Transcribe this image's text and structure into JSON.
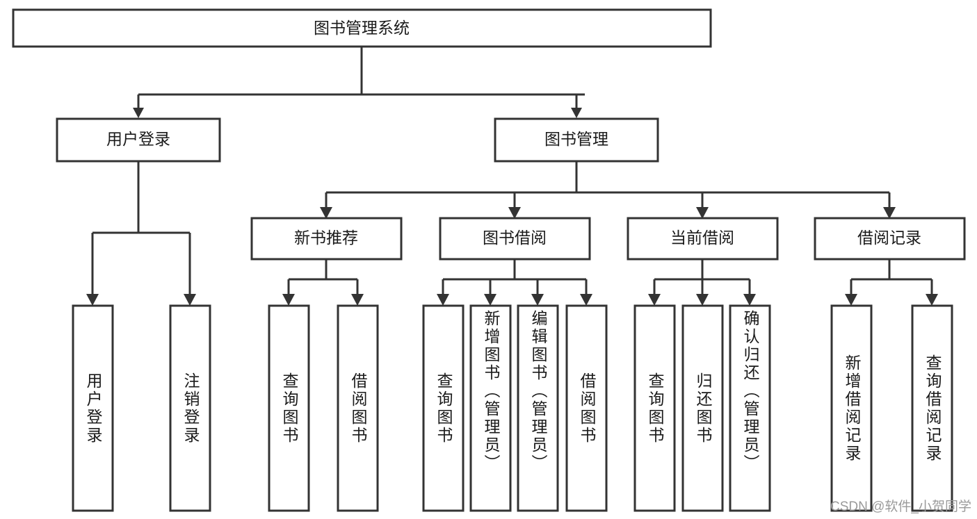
{
  "diagram": {
    "title": "图书管理系统",
    "type": "hierarchy-tree",
    "orientation": "top-down",
    "colors": {
      "box_fill": "#ffffff",
      "box_stroke": "#333333",
      "text": "#1a1a1a",
      "watermark": "#9a9a9a"
    },
    "levels": [
      {
        "level": 1,
        "nodes": [
          {
            "id": "root",
            "label": "图书管理系统",
            "orientation": "horizontal"
          }
        ]
      },
      {
        "level": 2,
        "nodes": [
          {
            "id": "user-login",
            "label": "用户登录",
            "orientation": "horizontal",
            "parent": "root"
          },
          {
            "id": "book-mgmt",
            "label": "图书管理",
            "orientation": "horizontal",
            "parent": "root"
          }
        ]
      },
      {
        "level": 3,
        "nodes": [
          {
            "id": "new-book-rec",
            "label": "新书推荐",
            "orientation": "horizontal",
            "parent": "book-mgmt"
          },
          {
            "id": "book-borrow",
            "label": "图书借阅",
            "orientation": "horizontal",
            "parent": "book-mgmt"
          },
          {
            "id": "current-borrow",
            "label": "当前借阅",
            "orientation": "horizontal",
            "parent": "book-mgmt"
          },
          {
            "id": "borrow-record",
            "label": "借阅记录",
            "orientation": "horizontal",
            "parent": "book-mgmt"
          }
        ]
      },
      {
        "level": 4,
        "nodes": [
          {
            "id": "leaf-user-login",
            "label": "用户登录",
            "orientation": "vertical",
            "parent": "user-login"
          },
          {
            "id": "leaf-logout",
            "label": "注销登录",
            "orientation": "vertical",
            "parent": "user-login"
          },
          {
            "id": "leaf-query-book-1",
            "label": "查询图书",
            "orientation": "vertical",
            "parent": "new-book-rec"
          },
          {
            "id": "leaf-borrow-book-1",
            "label": "借阅图书",
            "orientation": "vertical",
            "parent": "new-book-rec"
          },
          {
            "id": "leaf-query-book-2",
            "label": "查询图书",
            "orientation": "vertical",
            "parent": "book-borrow"
          },
          {
            "id": "leaf-add-book",
            "label": "新增图书（管理员）",
            "orientation": "vertical",
            "parent": "book-borrow"
          },
          {
            "id": "leaf-edit-book",
            "label": "编辑图书（管理员）",
            "orientation": "vertical",
            "parent": "book-borrow"
          },
          {
            "id": "leaf-borrow-book-2",
            "label": "借阅图书",
            "orientation": "vertical",
            "parent": "book-borrow"
          },
          {
            "id": "leaf-query-book-3",
            "label": "查询图书",
            "orientation": "vertical",
            "parent": "current-borrow"
          },
          {
            "id": "leaf-return-book",
            "label": "归还图书",
            "orientation": "vertical",
            "parent": "current-borrow"
          },
          {
            "id": "leaf-confirm-return",
            "label": "确认归还（管理员）",
            "orientation": "vertical",
            "parent": "current-borrow"
          },
          {
            "id": "leaf-add-record",
            "label": "新增借阅记录",
            "orientation": "vertical",
            "parent": "borrow-record"
          },
          {
            "id": "leaf-query-record",
            "label": "查询借阅记录",
            "orientation": "vertical",
            "parent": "borrow-record"
          }
        ]
      }
    ]
  },
  "watermark": {
    "text": "CSDN @软件_小贺同学"
  }
}
